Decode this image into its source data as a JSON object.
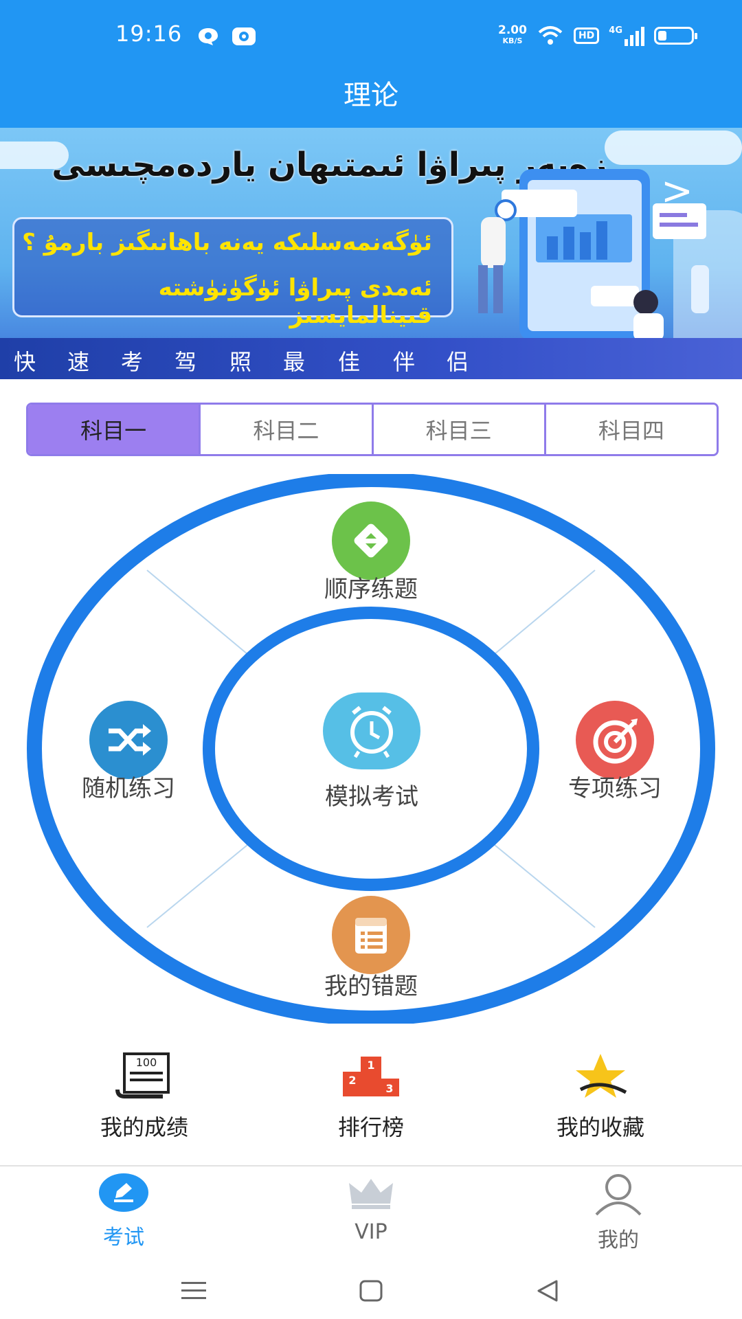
{
  "status_bar": {
    "time": "19:16",
    "net_speed_top": "2.00",
    "net_speed_unit": "KB/S",
    "hd": "HD",
    "signal": "4G"
  },
  "header": {
    "title": "理论"
  },
  "banner": {
    "headline": "زەپەر پىراۋا ئىمتىھان ياردەمچىسى",
    "line1": "ئۈگەنمەسلىكە يەنە باھانىگىز بارمۇ ؟",
    "line2": "ئەمدى پىراۋا ئۈگۈنۈشتە قىينالمايسىز",
    "slogan": [
      "快",
      "速",
      "考",
      "驾",
      "照",
      "最",
      "佳",
      "伴",
      "侣"
    ]
  },
  "tabs": [
    {
      "label": "科目一",
      "active": true
    },
    {
      "label": "科目二",
      "active": false
    },
    {
      "label": "科目三",
      "active": false
    },
    {
      "label": "科目四",
      "active": false
    }
  ],
  "wheel": {
    "top": {
      "label": "顺序练题",
      "icon": "order-icon",
      "color": "#6cc24a"
    },
    "left": {
      "label": "随机练习",
      "icon": "shuffle-icon",
      "color": "#2b8fd0"
    },
    "center": {
      "label": "模拟考试",
      "icon": "alarm-clock-icon",
      "color": "#56bfe6"
    },
    "right": {
      "label": "专项练习",
      "icon": "target-icon",
      "color": "#e85a54"
    },
    "bottom": {
      "label": "我的错题",
      "icon": "notebook-icon",
      "color": "#e3954f"
    },
    "ring_color": "#1e7de8"
  },
  "quick": [
    {
      "label": "我的成绩",
      "icon": "score-sheet-icon",
      "badge": "100"
    },
    {
      "label": "排行榜",
      "icon": "podium-icon",
      "badge": [
        "2",
        "1",
        "3"
      ]
    },
    {
      "label": "我的收藏",
      "icon": "star-icon"
    }
  ],
  "bottom_nav": [
    {
      "label": "考试",
      "icon": "exam-icon",
      "active": true
    },
    {
      "label": "VIP",
      "icon": "crown-icon",
      "active": false
    },
    {
      "label": "我的",
      "icon": "user-icon",
      "active": false
    }
  ],
  "colors": {
    "primary": "#2196F3",
    "tab_active": "#9c7ff0",
    "tab_border": "#8f7bea"
  }
}
